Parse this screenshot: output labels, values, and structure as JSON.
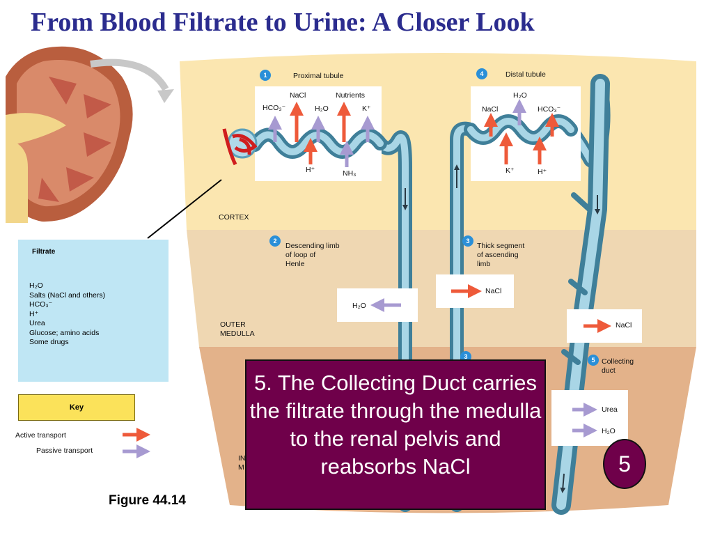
{
  "title": "From Blood Filtrate to Urine: A Closer Look",
  "regions": {
    "cortex": "CORTEX",
    "outer_medulla_1": "OUTER",
    "outer_medulla_2": "MEDULLA",
    "inner_medulla_1": "IN",
    "inner_medulla_2": "M"
  },
  "steps": {
    "proximal": {
      "number": "1",
      "label": "Proximal tubule"
    },
    "descending": {
      "number": "2",
      "lines": [
        "Descending limb",
        "of loop of",
        "Henle"
      ]
    },
    "thick": {
      "number": "3",
      "lines": [
        "Thick segment",
        "of ascending",
        "limb"
      ]
    },
    "thin": {
      "number": "3"
    },
    "distal": {
      "number": "4",
      "label": "Distal tubule"
    },
    "collecting": {
      "number": "5",
      "lines": [
        "Collecting",
        "duct"
      ]
    }
  },
  "proximal_labels": {
    "nacl": "NaCl",
    "nutrients": "Nutrients",
    "hco3": "HCO₃⁻",
    "h2o": "H₂O",
    "k": "K⁺",
    "h": "H⁺",
    "nh3": "NH₃"
  },
  "distal_labels": {
    "h2o": "H₂O",
    "nacl": "NaCl",
    "hco3": "HCO₃⁻",
    "k": "K⁺",
    "h": "H⁺"
  },
  "loop_labels": {
    "descending_h2o": "H₂O",
    "thick_nacl": "NaCl",
    "collecting_nacl": "NaCl",
    "urea": "Urea",
    "collecting_h2o": "H₂O"
  },
  "filtrate": {
    "title": "Filtrate",
    "items": [
      "H₂O",
      "Salts (NaCl and others)",
      "HCO₃⁻",
      "H⁺",
      "Urea",
      "Glucose; amino acids",
      "Some drugs"
    ]
  },
  "key": {
    "title": "Key",
    "active": "Active transport",
    "passive": "Passive transport"
  },
  "figure_label": "Figure 44.14",
  "callout": {
    "text": "5. The Collecting Duct carries the filtrate through the medulla to the renal pelvis and reabsorbs NaCl",
    "step": "5"
  },
  "colors": {
    "active": "#ee5a3a",
    "passive": "#a79ad1",
    "tubule": "#5a9fba",
    "cortex": "#fbe6b0",
    "outer_medulla": "#efd7b2",
    "inner_medulla": "#e3b28a",
    "callout": "#6f004a",
    "title": "#2b2c8e"
  }
}
